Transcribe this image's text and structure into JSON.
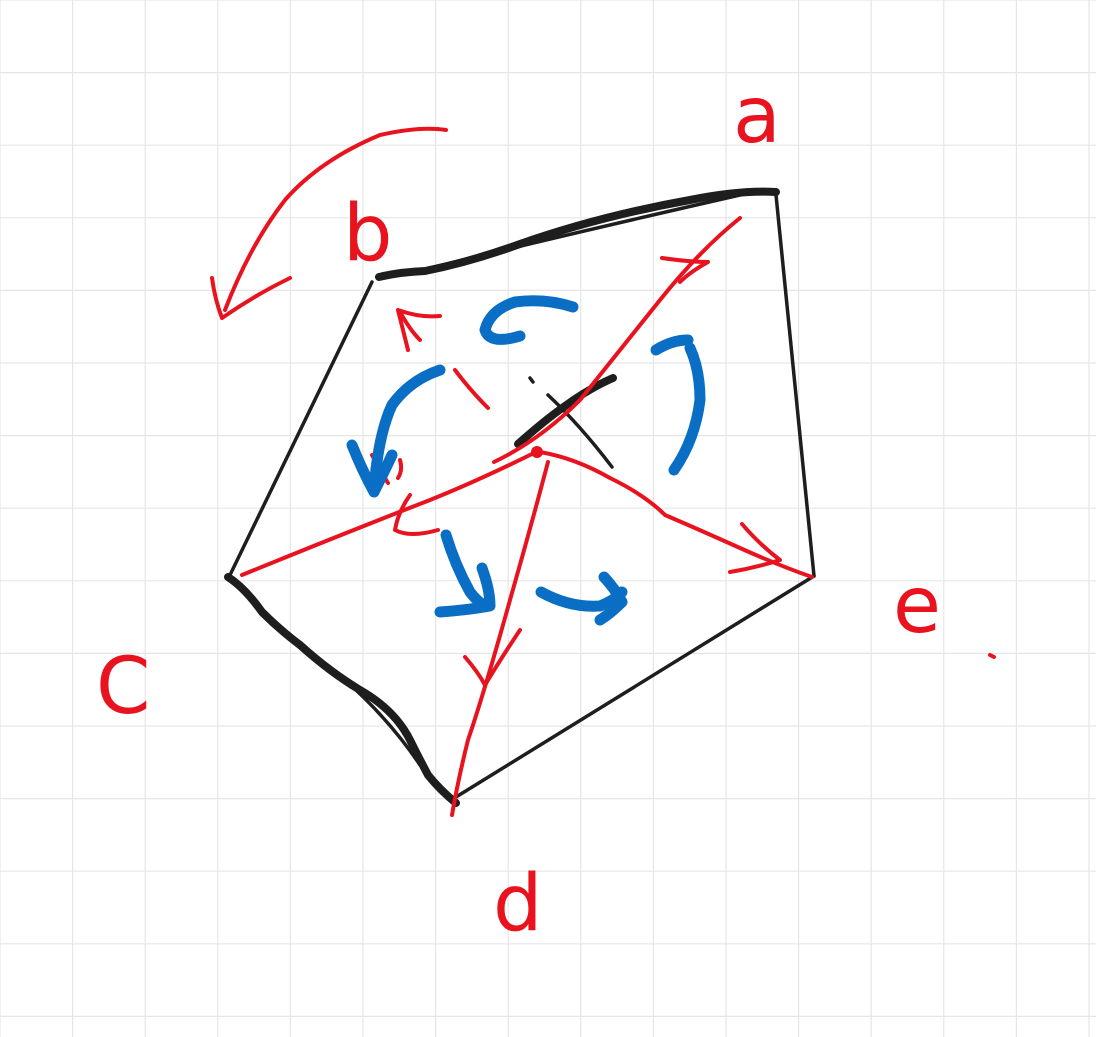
{
  "diagram": {
    "vertices": [
      {
        "id": "a",
        "label": "a"
      },
      {
        "id": "b",
        "label": "b"
      },
      {
        "id": "c",
        "label": "C"
      },
      {
        "id": "d",
        "label": "d"
      },
      {
        "id": "e",
        "label": "e"
      }
    ],
    "thick_edges": [
      "b-a",
      "c-d",
      "center-cross"
    ],
    "thin_edges": [
      "a-e",
      "e-d",
      "b-c"
    ],
    "colors": {
      "grid": "#e6e6e6",
      "black": "#1e1e1e",
      "red": "#e8131f",
      "blue": "#0a6fc4"
    }
  }
}
